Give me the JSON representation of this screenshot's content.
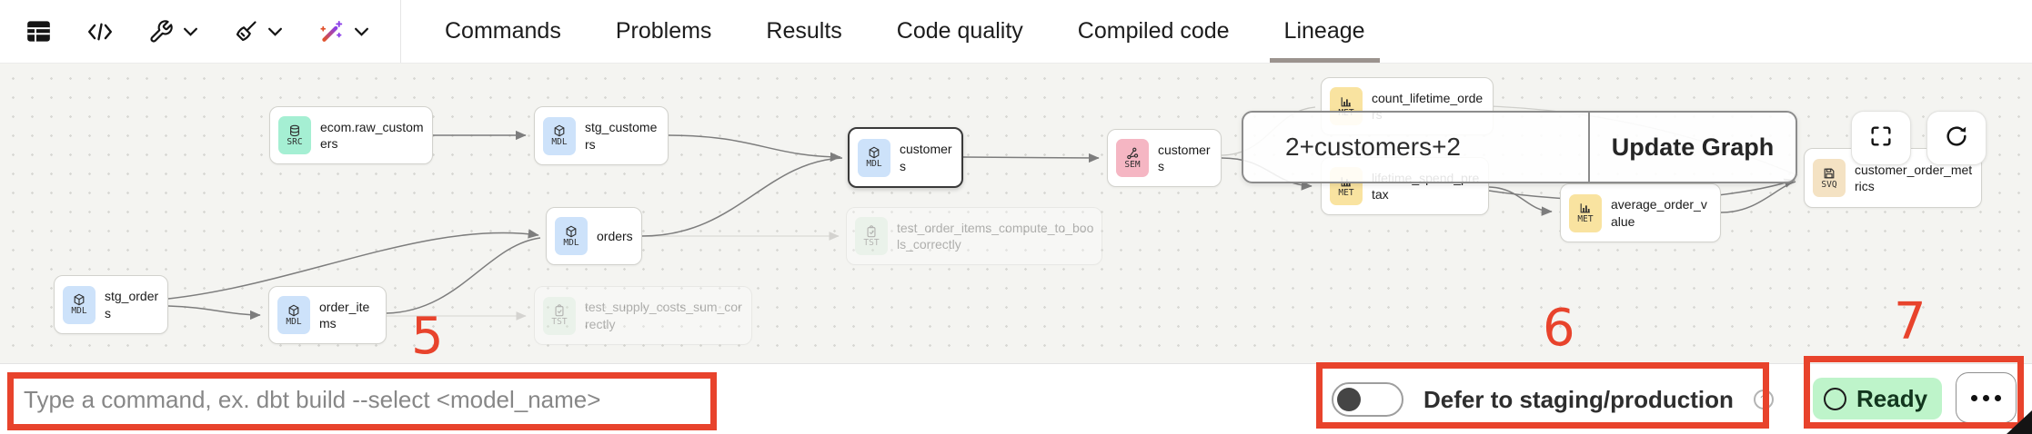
{
  "toolbar": {
    "icons": [
      "table-view",
      "code",
      "build-tools",
      "cleanup",
      "ai-assist"
    ],
    "tabs": [
      {
        "label": "Commands",
        "active": false
      },
      {
        "label": "Problems",
        "active": false
      },
      {
        "label": "Results",
        "active": false
      },
      {
        "label": "Code quality",
        "active": false
      },
      {
        "label": "Compiled code",
        "active": false
      },
      {
        "label": "Lineage",
        "active": true
      }
    ]
  },
  "lineage": {
    "nodes": [
      {
        "badge": "SRC",
        "label": "ecom.raw_customers",
        "state": "normal"
      },
      {
        "badge": "MDL",
        "label": "stg_customers",
        "state": "normal"
      },
      {
        "badge": "MDL",
        "label": "customers",
        "state": "selected"
      },
      {
        "badge": "SEM",
        "label": "customers",
        "state": "normal"
      },
      {
        "badge": "MDL",
        "label": "stg_orders",
        "state": "normal"
      },
      {
        "badge": "MDL",
        "label": "order_items",
        "state": "normal"
      },
      {
        "badge": "MDL",
        "label": "orders",
        "state": "normal"
      },
      {
        "badge": "TST",
        "label": "test_order_items_compute_to_bools_correctly",
        "state": "faded"
      },
      {
        "badge": "TST",
        "label": "test_supply_costs_sum_correctly",
        "state": "faded"
      },
      {
        "badge": "MET",
        "label": "count_lifetime_orders",
        "state": "normal"
      },
      {
        "badge": "MET",
        "label": "lifetime_spend_pretax",
        "state": "normal"
      },
      {
        "badge": "MET",
        "label": "average_order_value",
        "state": "normal"
      },
      {
        "badge": "SVQ",
        "label": "customer_order_metrics",
        "state": "normal"
      }
    ],
    "selector": {
      "value": "2+customers+2",
      "submit_label": "Update Graph"
    }
  },
  "bottom_bar": {
    "command_input": {
      "placeholder": "Type a command, ex. dbt build --select <model_name>"
    },
    "defer_toggle": {
      "label": "Defer to staging/production",
      "state": "off"
    },
    "status": {
      "label": "Ready"
    }
  },
  "annotations": {
    "n5": "5",
    "n6": "6",
    "n7": "7"
  },
  "colors": {
    "annotation_red": "#e8432c",
    "ready_green": "#bef4ca",
    "badge_src": "#a5efd3",
    "badge_mdl": "#cde2fa",
    "badge_sem": "#f5b6c3",
    "badge_met": "#f9e3a0",
    "badge_tst": "#d8f0dc",
    "badge_svq": "#f4e2c3",
    "canvas_bg": "#f4f4f1"
  }
}
